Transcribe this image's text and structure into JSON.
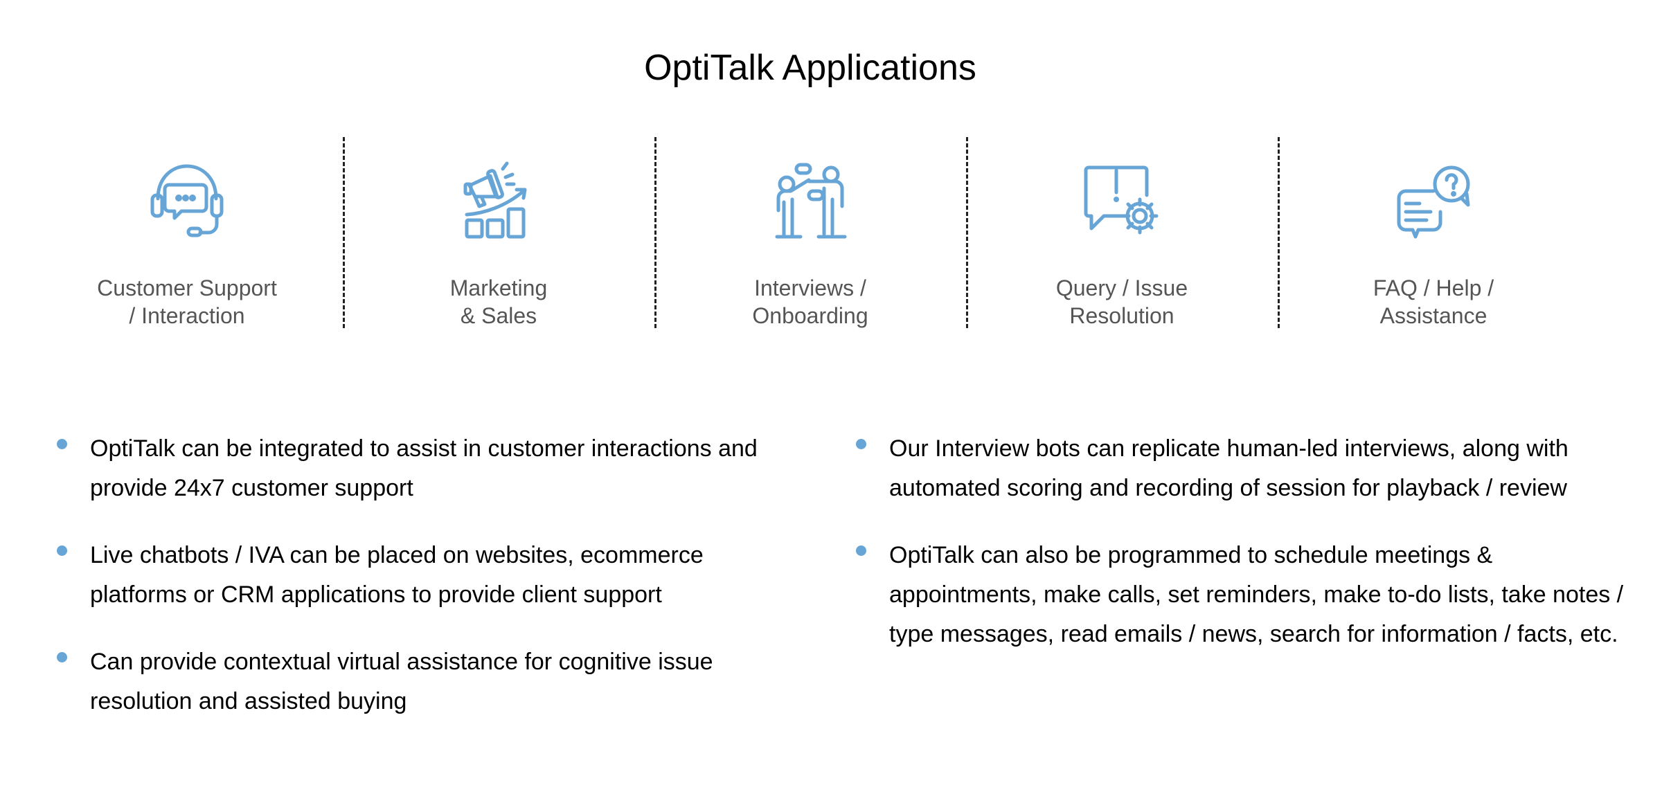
{
  "title": "OptiTalk Applications",
  "accent_color": "#67a5d6",
  "applications": [
    {
      "icon": "headset-chat-icon",
      "line1": "Customer Support",
      "line2": "/ Interaction"
    },
    {
      "icon": "megaphone-growth-icon",
      "line1": "Marketing",
      "line2": "& Sales"
    },
    {
      "icon": "interview-people-icon",
      "line1": "Interviews /",
      "line2": "Onboarding"
    },
    {
      "icon": "chat-gear-icon",
      "line1": "Query / Issue",
      "line2": "Resolution"
    },
    {
      "icon": "faq-chat-icon",
      "line1": "FAQ / Help /",
      "line2": "Assistance"
    }
  ],
  "left_bullets": [
    "OptiTalk can be integrated to assist in customer interactions and provide 24x7 customer support",
    "Live chatbots / IVA can be placed on websites, ecommerce platforms or CRM applications to provide client support",
    "Can provide contextual virtual assistance for cognitive issue resolution and assisted buying"
  ],
  "right_bullets": [
    "Our Interview bots can replicate human-led interviews, along with automated scoring and recording of session for playback / review",
    "OptiTalk can also be programmed to schedule meetings & appointments, make calls, set reminders, make to-do lists, take notes / type messages, read emails / news, search for information / facts, etc."
  ]
}
